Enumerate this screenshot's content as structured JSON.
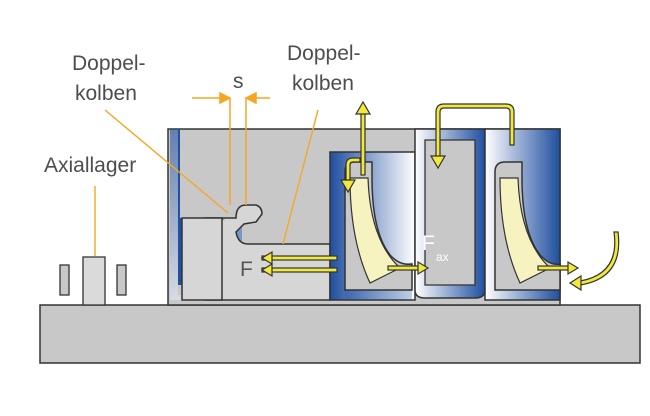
{
  "labels": {
    "axial_bearing": "Axiallager",
    "double_piston_left_line1": "Doppel-",
    "double_piston_left_line2": "kolben",
    "double_piston_right_line1": "Doppel-",
    "double_piston_right_line2": "kolben",
    "gap": "s",
    "force_piston": "F",
    "force_axial_1_main": "F",
    "force_axial_1_sub": "ax",
    "force_axial_2_main": "F",
    "force_axial_2_sub": "ax"
  },
  "colors": {
    "housing_gray": "#c8c8c8",
    "outline_dark": "#333333",
    "blue_deep": "#1f4fa0",
    "impeller_cream": "#f7f3c0",
    "arrow_yellow": "#f0e83a",
    "leader_orange": "#f5a623"
  }
}
